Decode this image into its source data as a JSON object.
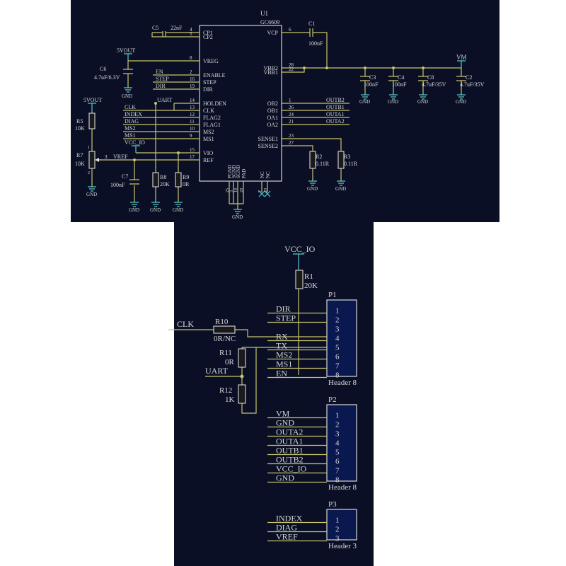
{
  "ic": {
    "ref": "U1",
    "part": "GC6609",
    "left_pins": [
      {
        "num": "4",
        "name": "CP1"
      },
      {
        "num": "5",
        "name": "CP2"
      },
      {
        "num": "8",
        "name": "VREG"
      },
      {
        "num": "2",
        "name": "ENABLE"
      },
      {
        "num": "16",
        "name": "STEP"
      },
      {
        "num": "19",
        "name": "DIR"
      },
      {
        "num": "14",
        "name": "HOLDEN"
      },
      {
        "num": "13",
        "name": "CLK"
      },
      {
        "num": "12",
        "name": "FLAG2"
      },
      {
        "num": "11",
        "name": "FLAG1"
      },
      {
        "num": "10",
        "name": "MS2"
      },
      {
        "num": "9",
        "name": "MS1"
      },
      {
        "num": "15",
        "name": "VIO"
      },
      {
        "num": "17",
        "name": "REF"
      }
    ],
    "right_pins": [
      {
        "num": "6",
        "name": "VCP"
      },
      {
        "num": "28",
        "name": "VBB2"
      },
      {
        "num": "22",
        "name": "VBB1"
      },
      {
        "num": "1",
        "name": "OB2"
      },
      {
        "num": "26",
        "name": "OB1"
      },
      {
        "num": "24",
        "name": "OA1"
      },
      {
        "num": "21",
        "name": "OA2"
      },
      {
        "num": "23",
        "name": "SENSE1"
      },
      {
        "num": "27",
        "name": "SENSE2"
      }
    ],
    "bottom_pins": [
      {
        "num": "25",
        "name": "PGND"
      },
      {
        "num": "3",
        "name": "SGND"
      },
      {
        "num": "18",
        "name": "SGND"
      },
      {
        "num": "29",
        "name": "PAD"
      },
      {
        "num": "7",
        "name": "NC"
      },
      {
        "num": "20",
        "name": "NC"
      }
    ]
  },
  "caps": {
    "c5": {
      "ref": "C5",
      "value": "22nF"
    },
    "c1": {
      "ref": "C1",
      "value": "100nF"
    },
    "c6": {
      "ref": "C6",
      "value": "4.7uF/6.3V"
    },
    "c3": {
      "ref": "C3",
      "value": "100nF"
    },
    "c4": {
      "ref": "C4",
      "value": "100nF"
    },
    "c8": {
      "ref": "C8",
      "value": "4.7uF/35V"
    },
    "c2": {
      "ref": "C2",
      "value": "4.7uF/35V"
    },
    "c7": {
      "ref": "C7",
      "value": "100nF"
    }
  },
  "resistors": {
    "r5": {
      "ref": "R5",
      "value": "10K"
    },
    "r7": {
      "ref": "R7",
      "value": "10K"
    },
    "r8": {
      "ref": "R8",
      "value": "20K"
    },
    "r9": {
      "ref": "R9",
      "value": "0R"
    },
    "r2": {
      "ref": "R2",
      "value": "0.11R"
    },
    "r3": {
      "ref": "R3",
      "value": "0.11R"
    },
    "r1": {
      "ref": "R1",
      "value": "20K"
    },
    "r10": {
      "ref": "R10",
      "value": "0R/NC"
    },
    "r11": {
      "ref": "R11",
      "value": "0R"
    },
    "r12": {
      "ref": "R12",
      "value": "1K"
    }
  },
  "pot_pins": {
    "wiper": "3",
    "top": "1",
    "bottom": "2"
  },
  "nets": {
    "vout5_a": "5VOUT",
    "vout5_b": "5VOUT",
    "vm": "VM",
    "vcc_io": "VCC_IO",
    "vcc_io_top": "VCC_IO",
    "vref": "VREF",
    "uart": "UART",
    "uart2": "UART",
    "clk": "CLK",
    "en": "EN",
    "step": "STEP",
    "dir": "DIR",
    "clk_l": "CLK",
    "index": "INDEX",
    "diag": "DIAG",
    "ms2": "MS2",
    "ms1": "MS1",
    "outb2": "OUTB2",
    "outb1": "OUTB1",
    "outa1": "OUTA1",
    "outa2": "OUTA2"
  },
  "gnd_label": "GND",
  "headers": {
    "p1": {
      "ref": "P1",
      "name": "Header 8",
      "pins": [
        "1",
        "2",
        "3",
        "4",
        "5",
        "6",
        "7",
        "8"
      ],
      "nets": [
        "DIR",
        "STEP",
        "",
        "RX",
        "TX",
        "MS2",
        "MS1",
        "EN"
      ]
    },
    "p2": {
      "ref": "P2",
      "name": "Header 8",
      "pins": [
        "1",
        "2",
        "3",
        "4",
        "5",
        "6",
        "7",
        "8"
      ],
      "nets": [
        "VM",
        "GND",
        "OUTA2",
        "OUTA1",
        "OUTB1",
        "OUTB2",
        "VCC_IO",
        "GND"
      ]
    },
    "p3": {
      "ref": "P3",
      "name": "Header 3",
      "pins": [
        "1",
        "2",
        "3"
      ],
      "nets": [
        "INDEX",
        "DIAG",
        "VREF"
      ]
    }
  }
}
